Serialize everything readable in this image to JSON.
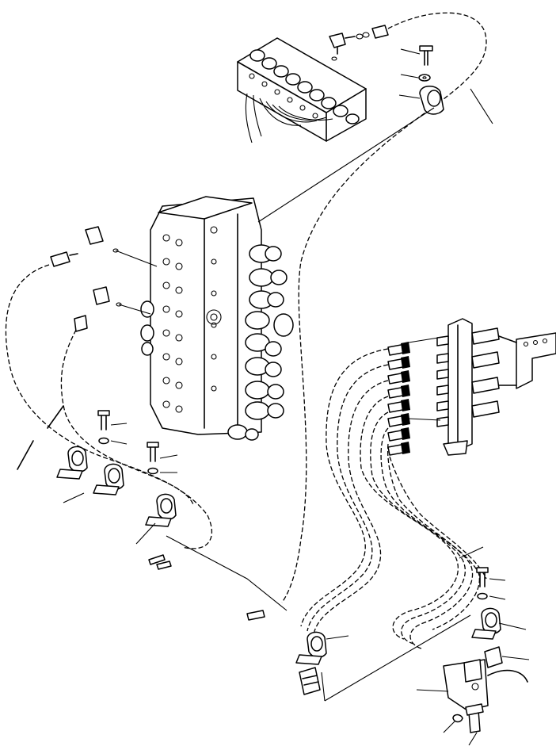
{
  "diagram": {
    "colors": {
      "ink": "#000000",
      "paper": "#ffffff"
    },
    "components": [
      "solenoid-valve-manifold",
      "main-control-valve",
      "pilot-valve-block",
      "hose-clamp",
      "hose-bracket",
      "bolt",
      "washer",
      "elbow-fitting",
      "hose-bundle",
      "leader-line"
    ]
  }
}
